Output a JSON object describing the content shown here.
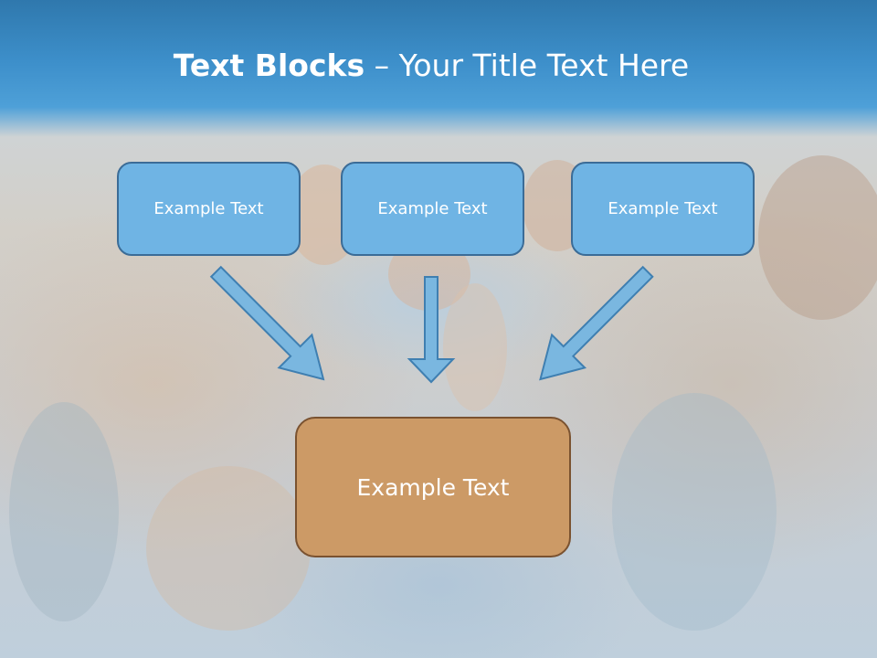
{
  "title": {
    "bold": "Text Blocks",
    "separator": " – ",
    "rest": "Your Title Text Here"
  },
  "blocks": [
    {
      "label": "Example Text"
    },
    {
      "label": "Example Text"
    },
    {
      "label": "Example Text"
    }
  ],
  "target": {
    "label": "Example Text"
  },
  "colors": {
    "header": "#3d8fca",
    "block_fill": "#6fb4e4",
    "block_border": "#3b6c97",
    "target_fill": "#cc9a66",
    "target_border": "#7a5230",
    "arrow_fill": "#7ab7e0",
    "arrow_stroke": "#3f7fb1"
  }
}
